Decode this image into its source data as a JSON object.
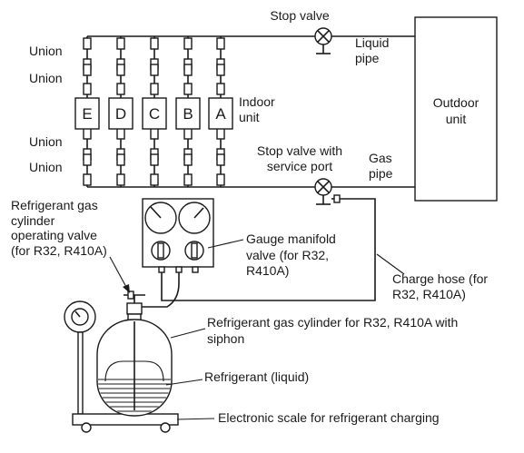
{
  "labels": {
    "stop_valve": "Stop valve",
    "liquid_pipe_line1": "Liquid",
    "liquid_pipe_line2": "pipe",
    "union_1": "Union",
    "union_2": "Union",
    "union_3": "Union",
    "union_4": "Union",
    "indoor_unit_line1": "Indoor",
    "indoor_unit_line2": "unit",
    "outdoor_unit_line1": "Outdoor",
    "outdoor_unit_line2": "unit",
    "stop_valve_service_line1": "Stop valve with",
    "stop_valve_service_line2": "service port",
    "gas_pipe_line1": "Gas",
    "gas_pipe_line2": "pipe",
    "cylinder_valve_line1": "Refrigerant gas",
    "cylinder_valve_line2": "cylinder",
    "cylinder_valve_line3": "operating valve",
    "cylinder_valve_line4": "(for R32, R410A)",
    "gauge_manifold_line1": "Gauge manifold",
    "gauge_manifold_line2": "valve (for R32,",
    "gauge_manifold_line3": "R410A)",
    "charge_hose_line1": "Charge hose (for",
    "charge_hose_line2": "R32, R410A)",
    "cylinder_line1": "Refrigerant gas cylinder for R32, R410A with",
    "cylinder_line2": "siphon",
    "refrigerant_liquid": "Refrigerant (liquid)",
    "scale": "Electronic scale for refrigerant charging"
  },
  "indoor_units": [
    "E",
    "D",
    "C",
    "B",
    "A"
  ]
}
